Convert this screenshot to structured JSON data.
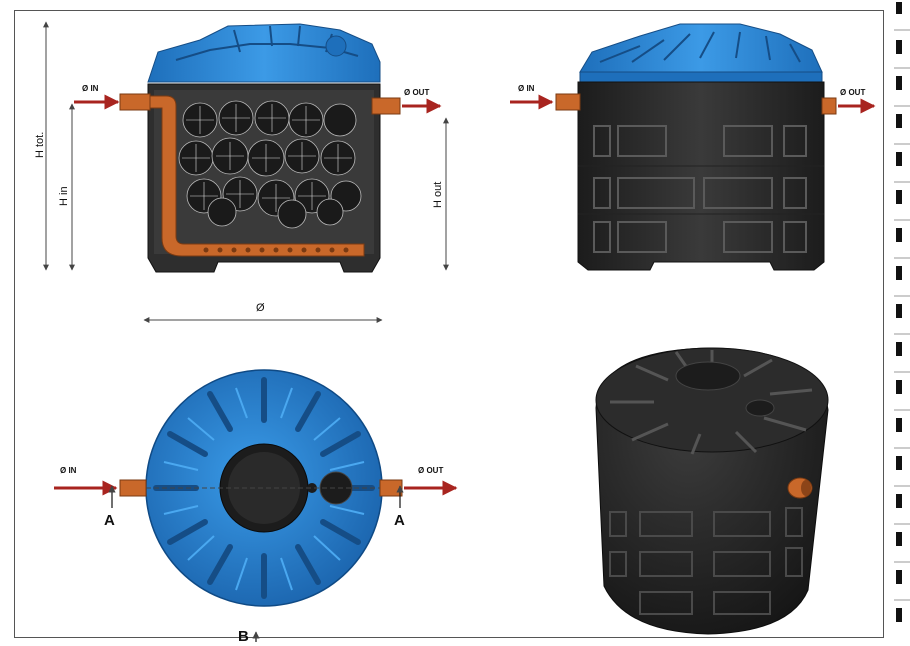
{
  "labels": {
    "h_tot": "H tot.",
    "h_in": "H in",
    "h_out": "H out",
    "diameter": "Ø",
    "diam_in": "Ø IN",
    "diam_out": "Ø OUT",
    "section_a": "A",
    "section_b": "B"
  },
  "colors": {
    "tank_black": "#2b2b2b",
    "tank_blue": "#2a86d6",
    "pipe_orange": "#c9682a",
    "arrow_red": "#a8241f"
  },
  "views": [
    "section-view",
    "front-view",
    "top-view",
    "isometric-view"
  ]
}
